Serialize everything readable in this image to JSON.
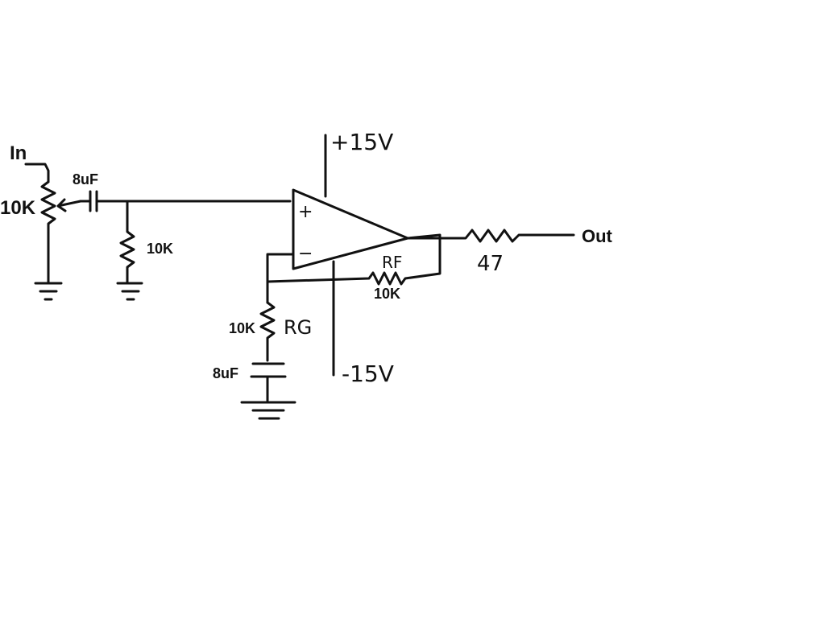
{
  "diagram": {
    "labels": {
      "input": "In",
      "pot_value": "10K",
      "input_cap": "8uF",
      "bias_resistor": "10K",
      "vplus": "+15V",
      "vminus": "-15V",
      "noninverting": "+",
      "inverting": "−",
      "rf_name": "RF",
      "rf_value": "10K",
      "rg_name": "RG",
      "rg_value": "10K",
      "ground_cap": "8uF",
      "output_resistor": "47",
      "output": "Out"
    },
    "colors": {
      "ink": "#111111",
      "background": "#ffffff"
    }
  }
}
